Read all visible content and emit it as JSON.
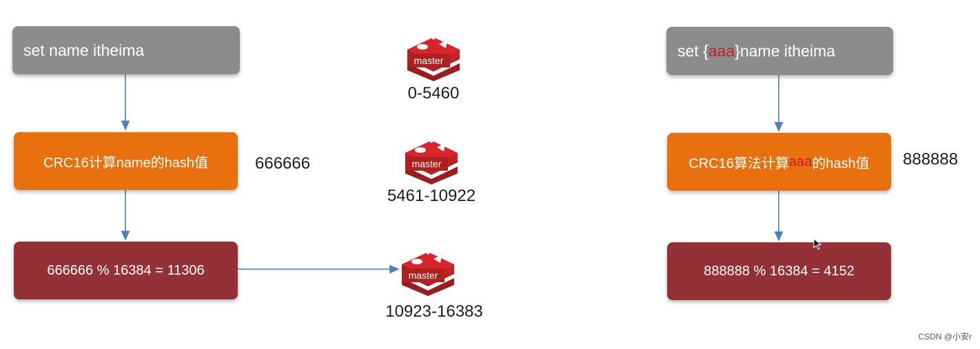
{
  "left": {
    "command": "set name itheima",
    "calc": "CRC16计算name的hash值",
    "hash_value": "666666",
    "mod": "666666 % 16384 = 11306"
  },
  "right": {
    "command_prefix": "set {",
    "command_key": "aaa",
    "command_suffix": "}name itheima",
    "calc_prefix": "CRC16算法计算",
    "calc_key": "aaa",
    "calc_suffix": "的hash值",
    "hash_value": "888888",
    "mod": "888888 % 16384 = 4152"
  },
  "nodes": [
    {
      "label": "master",
      "range": "0-5460"
    },
    {
      "label": "master",
      "range": "5461-10922"
    },
    {
      "label": "master",
      "range": "10923-16383"
    }
  ],
  "watermark": "CSDN @小安r",
  "colors": {
    "grey_box": "#8c8c8c",
    "orange_box": "#e8700f",
    "red_box": "#943137",
    "arrow": "#4f7fb8",
    "redis_red": "#d7262b",
    "highlight": "#c41e1e"
  }
}
